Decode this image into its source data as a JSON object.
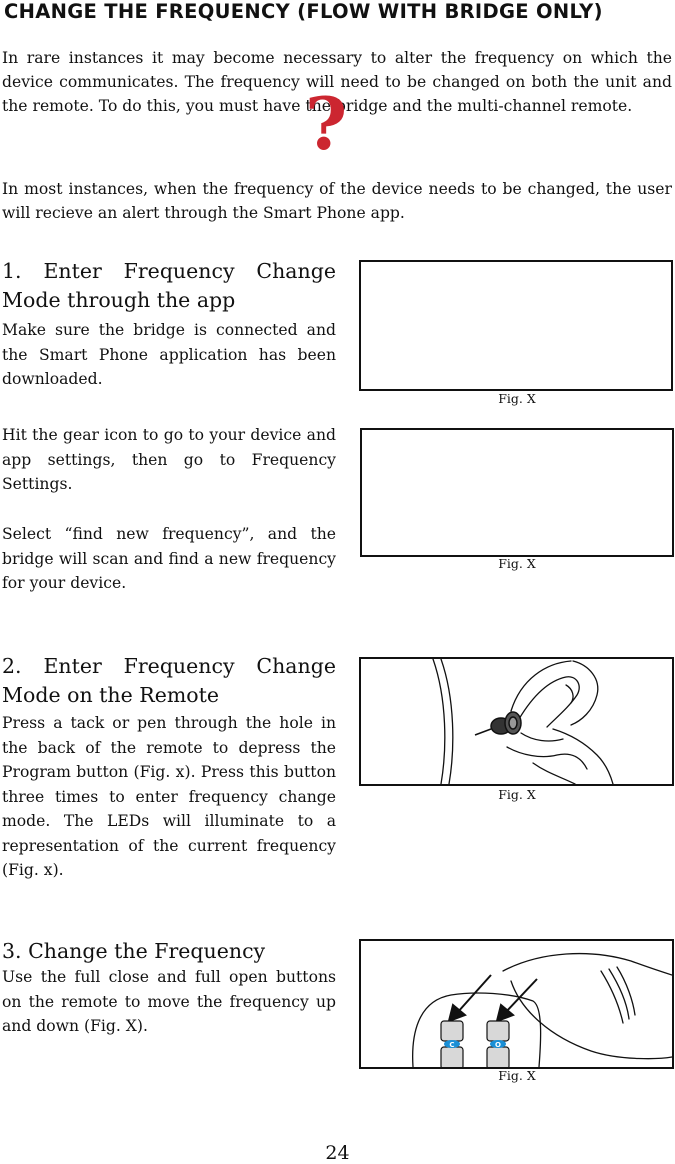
{
  "heading": {
    "main": "CHANGE THE FREQUENCY",
    "paren_open": " (",
    "sub": "FLOW WITH BRIDGE ONLY",
    "paren_close": ")"
  },
  "intro": [
    "In rare instances it may become necessary to alter the frequency on which the device communicates. The frequency will need to be changed on both the unit and the remote. To do this, you must have the bridge and the multi-channel remote.",
    "In most instances, when the frequency of the device needs to be changed, the user will recieve an alert through the Smart Phone app."
  ],
  "question_mark": "?",
  "steps": [
    {
      "title": "1. Enter Frequency Change Mode through the app",
      "paragraphs": [
        "Make sure the bridge is connected and the Smart Phone application has been downloaded.",
        "Hit the gear icon to go to your device and app settings, then go to Frequency Settings.",
        "Select “find new frequency”, and the bridge will scan and find a new frequency for your device."
      ]
    },
    {
      "title": "2. Enter Frequency Change Mode on the Remote",
      "paragraphs": [
        "Press a tack or pen through the hole in the back of the remote to depress the Program button (Fig. x). Press this button three times to enter frequency change mode. The LEDs will illuminate to a representation of the current frequency (Fig. x)."
      ]
    },
    {
      "title": "3. Change the Frequency",
      "paragraphs": [
        "Use the full close and full open buttons on the remote to move the frequency up and down (Fig. X)."
      ]
    }
  ],
  "figures": [
    {
      "caption": "Fig. X"
    },
    {
      "caption": "Fig. X"
    },
    {
      "caption": "Fig. X"
    },
    {
      "caption": "Fig. X"
    }
  ],
  "button_labels": {
    "close": "C",
    "open": "O"
  },
  "accent_colors": {
    "question_mark": "#cc2630",
    "button_glyph": "#1a8fd6"
  },
  "page_number": "24"
}
